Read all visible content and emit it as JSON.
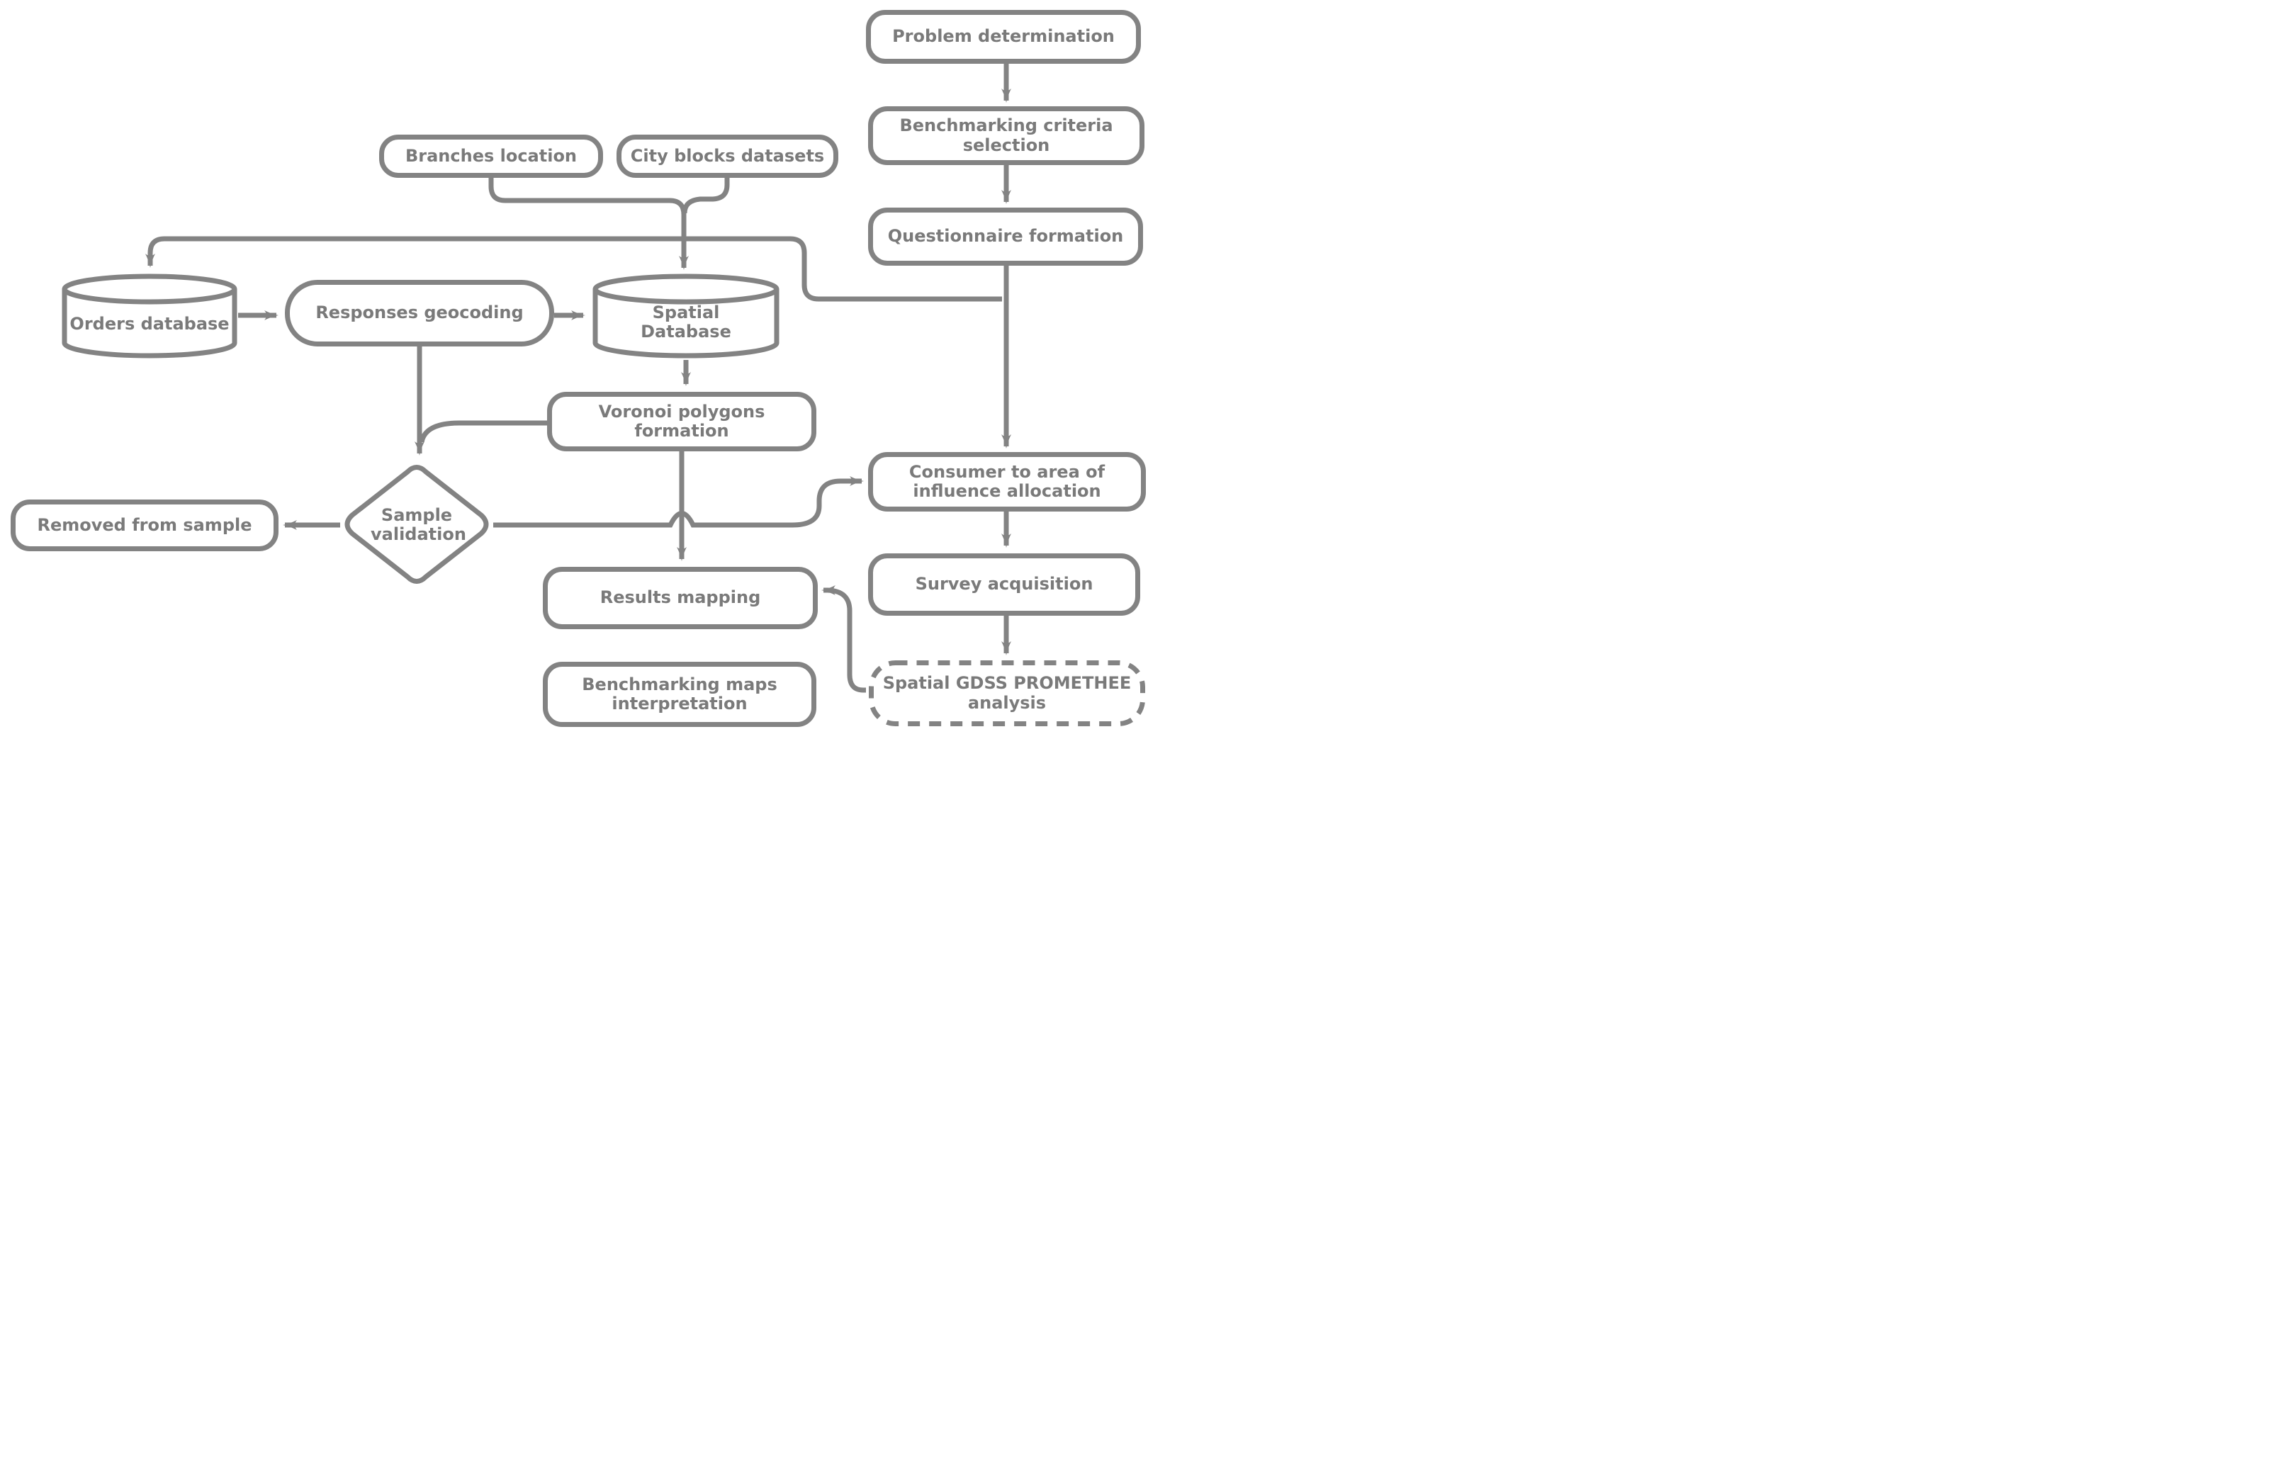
{
  "diagram": {
    "type": "flowchart",
    "background_color": "#ffffff",
    "stroke_color": "#838383",
    "text_color": "#7a7a7a",
    "nodes": {
      "problem_determination": {
        "label": "Problem determination",
        "shape": "rounded-rect"
      },
      "benchmarking_criteria": {
        "label": "Benchmarking criteria selection",
        "shape": "rounded-rect"
      },
      "questionnaire_formation": {
        "label": "Questionnaire formation",
        "shape": "rounded-rect"
      },
      "branches_location": {
        "label": "Branches location",
        "shape": "rounded-rect"
      },
      "city_blocks_datasets": {
        "label": "City blocks datasets",
        "shape": "rounded-rect"
      },
      "orders_database": {
        "label": "Orders database",
        "shape": "cylinder"
      },
      "responses_geocoding": {
        "label": "Responses geocoding",
        "shape": "rounded-rect"
      },
      "spatial_database": {
        "label": "Spatial Database",
        "shape": "cylinder"
      },
      "voronoi_polygons": {
        "label": "Voronoi polygons formation",
        "shape": "rounded-rect"
      },
      "sample_validation": {
        "label": "Sample validation",
        "shape": "diamond"
      },
      "removed_from_sample": {
        "label": "Removed from sample",
        "shape": "rounded-rect"
      },
      "consumer_allocation": {
        "label": "Consumer to area of influence allocation",
        "shape": "rounded-rect"
      },
      "survey_acquisition": {
        "label": "Survey acquisition",
        "shape": "rounded-rect"
      },
      "results_mapping": {
        "label": "Results mapping",
        "shape": "rounded-rect"
      },
      "benchmarking_maps": {
        "label": "Benchmarking maps interpretation",
        "shape": "rounded-rect"
      },
      "spatial_gdss": {
        "label": "Spatial GDSS PROMETHEE analysis",
        "shape": "rounded-rect-dashed"
      }
    },
    "edges": [
      {
        "from": "problem_determination",
        "to": "benchmarking_criteria"
      },
      {
        "from": "benchmarking_criteria",
        "to": "questionnaire_formation"
      },
      {
        "from": "questionnaire_formation",
        "to": "consumer_allocation"
      },
      {
        "from": "branches_location",
        "to": "spatial_database"
      },
      {
        "from": "city_blocks_datasets",
        "to": "spatial_database"
      },
      {
        "from": "branches_city_merge",
        "to": "orders_database"
      },
      {
        "from": "branches_city_merge",
        "to": "consumer_allocation"
      },
      {
        "from": "orders_database",
        "to": "responses_geocoding"
      },
      {
        "from": "responses_geocoding",
        "to": "spatial_database"
      },
      {
        "from": "responses_geocoding",
        "to": "sample_validation"
      },
      {
        "from": "voronoi_polygons",
        "to": "sample_validation"
      },
      {
        "from": "spatial_database",
        "to": "voronoi_polygons"
      },
      {
        "from": "voronoi_polygons",
        "to": "results_mapping"
      },
      {
        "from": "sample_validation",
        "to": "removed_from_sample"
      },
      {
        "from": "sample_validation",
        "to": "consumer_allocation"
      },
      {
        "from": "consumer_allocation",
        "to": "survey_acquisition"
      },
      {
        "from": "survey_acquisition",
        "to": "spatial_gdss"
      },
      {
        "from": "spatial_gdss",
        "to": "results_mapping"
      },
      {
        "from": "results_mapping",
        "to": "benchmarking_maps"
      }
    ]
  }
}
